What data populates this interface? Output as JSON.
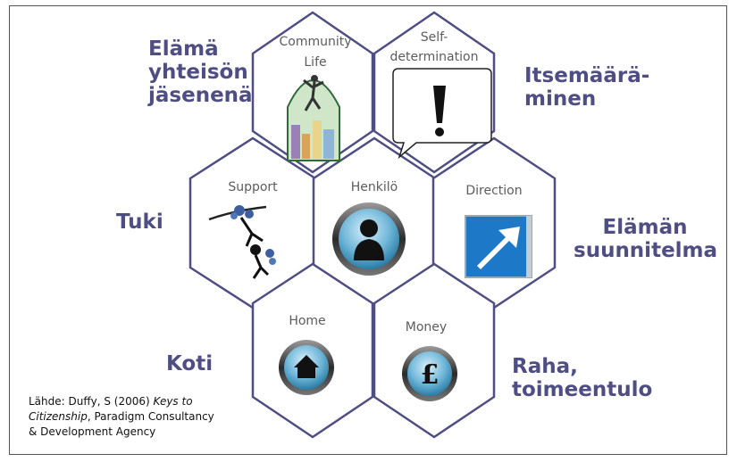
{
  "hexagons": [
    {
      "id": "community",
      "label_lines": [
        "Community",
        "Life"
      ],
      "icon": "climber-city-icon"
    },
    {
      "id": "self",
      "label_lines": [
        "Self-",
        "determination"
      ],
      "icon": "exclamation-speech-bubble-icon"
    },
    {
      "id": "support",
      "label_lines": [
        "Support"
      ],
      "icon": "monkeys-on-branch-icon"
    },
    {
      "id": "henkilo",
      "label_lines": [
        "Henkilö"
      ],
      "icon": "person-button-icon"
    },
    {
      "id": "direction",
      "label_lines": [
        "Direction"
      ],
      "icon": "direction-arrow-sign-icon"
    },
    {
      "id": "home",
      "label_lines": [
        "Home"
      ],
      "icon": "house-button-icon"
    },
    {
      "id": "money",
      "label_lines": [
        "Money"
      ],
      "icon": "pound-button-icon"
    }
  ],
  "side_labels": {
    "community": [
      "Elämä",
      "yhteisön",
      "jäsenenä"
    ],
    "self": [
      "Itsemäärä-",
      "minen"
    ],
    "support": [
      "Tuki"
    ],
    "direction": [
      "Elämän",
      "suunnitelma"
    ],
    "home": [
      "Koti"
    ],
    "money": [
      "Raha,",
      "toimeentulo"
    ]
  },
  "source": {
    "prefix": "Lähde: Duffy, S (2006) ",
    "title": "Keys to Citizenship",
    "suffix": ", Paradigm Consultancy & Development Agency"
  },
  "colors": {
    "hex_stroke": "#4e4e84",
    "side_text": "#4e4e84",
    "button_ring": "#1f6c8f",
    "sign_blue": "#1e78c8"
  }
}
